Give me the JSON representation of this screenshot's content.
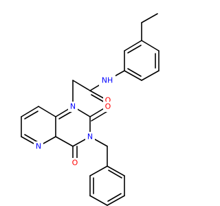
{
  "molecule": {
    "colors": {
      "bond": "#000000",
      "nitrogen": "#0000ff",
      "oxygen": "#ff0000",
      "background": "#ffffff"
    },
    "atoms": {
      "amide_nh": {
        "label": "NH",
        "element": "N"
      },
      "amide_o": {
        "label": "O",
        "element": "O"
      },
      "n1": {
        "label": "N",
        "element": "N"
      },
      "o_c2": {
        "label": "O",
        "element": "O"
      },
      "n3": {
        "label": "N",
        "element": "N"
      },
      "o_c4": {
        "label": "O",
        "element": "O"
      },
      "n5": {
        "label": "N",
        "element": "N"
      }
    }
  }
}
